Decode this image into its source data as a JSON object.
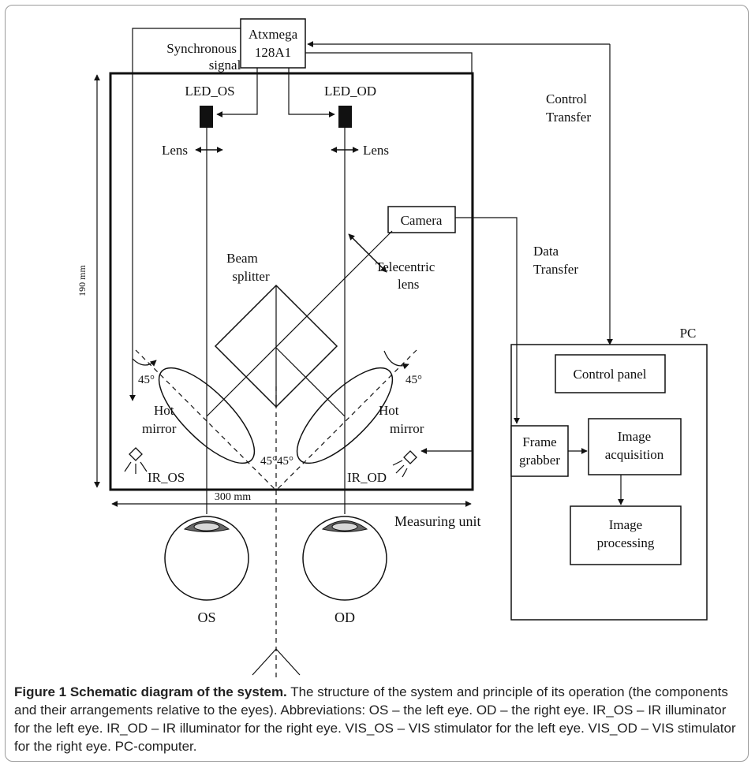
{
  "labels": {
    "controller": [
      "Atxmega",
      "128A1"
    ],
    "sync_signal": [
      "Synchronous",
      "signal"
    ],
    "led_os": "LED_OS",
    "led_od": "LED_OD",
    "lens_left": "Lens",
    "lens_right": "Lens",
    "control_transfer": [
      "Control",
      "Transfer"
    ],
    "camera": "Camera",
    "data_transfer": [
      "Data",
      "Transfer"
    ],
    "telecentric_lens": [
      "Telecentric",
      "lens"
    ],
    "beam_splitter": [
      "Beam",
      "splitter"
    ],
    "height_dim": "190 mm",
    "width_dim": "300 mm",
    "angle_left": "45°",
    "angle_right": "45°",
    "angle_center_left": "45°",
    "angle_center_right": "45°",
    "hot_mirror_left": [
      "Hot",
      "mirror"
    ],
    "hot_mirror_right": [
      "Hot",
      "mirror"
    ],
    "ir_os": "IR_OS",
    "ir_od": "IR_OD",
    "measuring_unit": "Measuring unit",
    "eye_os": "OS",
    "eye_od": "OD",
    "pc": "PC",
    "control_panel": "Control panel",
    "frame_grabber": [
      "Frame",
      "grabber"
    ],
    "image_acquisition": [
      "Image",
      "acquisition"
    ],
    "image_processing": [
      "Image",
      "processing"
    ]
  },
  "caption": {
    "title": "Figure 1 Schematic diagram of the system.",
    "text": " The structure of the system and principle of its operation (the components and their arrangements relative to the eyes). Abbreviations: OS – the left eye. OD – the right eye. IR_OS – IR illuminator for the left eye. IR_OD – IR illuminator for the right eye. VIS_OS – VIS stimulator for the left eye. VIS_OD – VIS stimulator for the right eye. PC-computer."
  }
}
